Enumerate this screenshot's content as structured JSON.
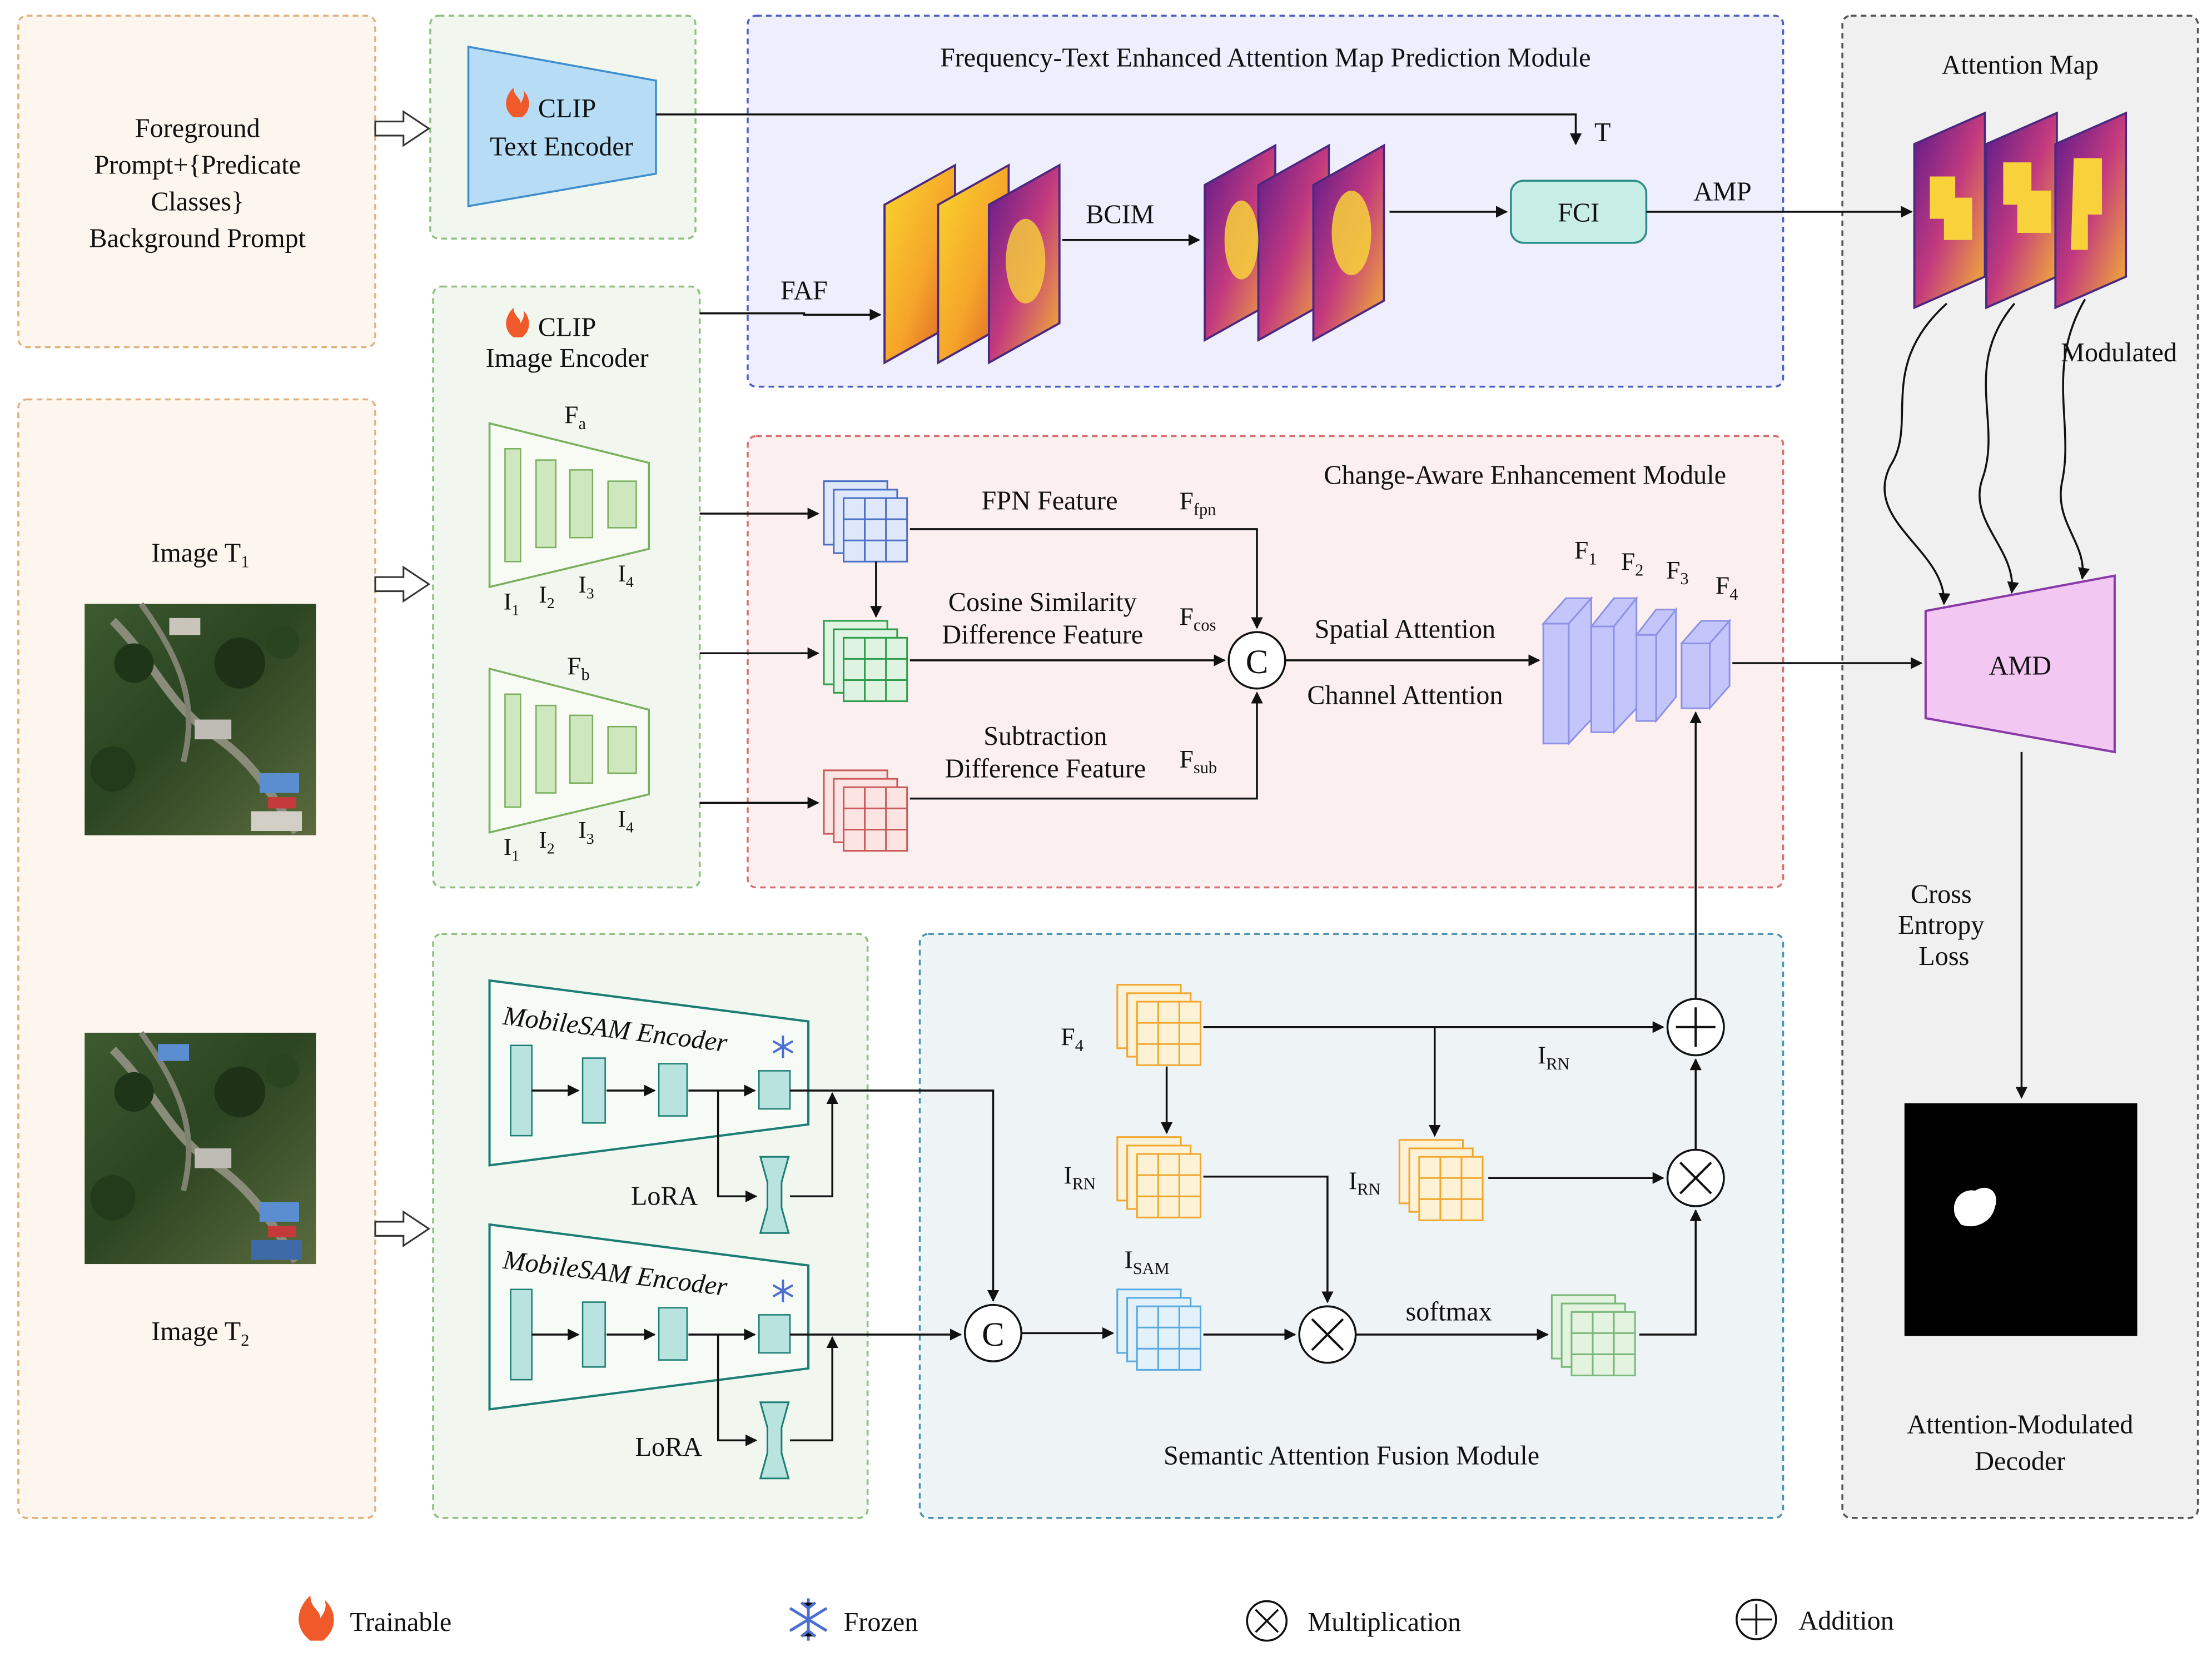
{
  "prompt": {
    "line1": "Foreground",
    "line2": "Prompt+{Predicate",
    "line3": "Classes}",
    "line4": "Background Prompt"
  },
  "images": {
    "t1": {
      "label": "Image T",
      "sub": "1"
    },
    "t2": {
      "label": "Image T",
      "sub": "2"
    }
  },
  "clip_text": {
    "line1": "CLIP",
    "line2": "Text Encoder"
  },
  "clip_image": {
    "line1": "CLIP",
    "line2": "Image Encoder",
    "fa": {
      "main": "F",
      "sub": "a"
    },
    "fb": {
      "main": "F",
      "sub": "b"
    },
    "levels": [
      {
        "main": "I",
        "sub": "1"
      },
      {
        "main": "I",
        "sub": "2"
      },
      {
        "main": "I",
        "sub": "3"
      },
      {
        "main": "I",
        "sub": "4"
      }
    ]
  },
  "ftam": {
    "title": "Frequency-Text Enhanced Attention Map Prediction Module",
    "faf": "FAF",
    "bcim": "BCIM",
    "fci": "FCI",
    "t": "T",
    "amp": "AMP"
  },
  "caem": {
    "title": "Change-Aware Enhancement Module",
    "fpn_label": "FPN Feature",
    "fpn_sym": {
      "main": "F",
      "sub": "fpn"
    },
    "cos_line1": "Cosine Similarity",
    "cos_line2": "Difference Feature",
    "cos_sym": {
      "main": "F",
      "sub": "cos"
    },
    "sub_line1": "Subtraction",
    "sub_line2": "Difference Feature",
    "sub_sym": {
      "main": "F",
      "sub": "sub"
    },
    "concat": "C",
    "spatial": "Spatial Attention",
    "channel": "Channel Attention",
    "f_levels": [
      {
        "main": "F",
        "sub": "1"
      },
      {
        "main": "F",
        "sub": "2"
      },
      {
        "main": "F",
        "sub": "3"
      },
      {
        "main": "F",
        "sub": "4"
      }
    ]
  },
  "sam": {
    "encoder": "MobileSAM Encoder",
    "lora": "LoRA",
    "concat": "C"
  },
  "safm": {
    "title": "Semantic Attention Fusion Module",
    "f4": {
      "main": "F",
      "sub": "4"
    },
    "irn": {
      "main": "I",
      "sub": "RN"
    },
    "isam": {
      "main": "I",
      "sub": "SAM"
    },
    "softmax": "softmax"
  },
  "decoder": {
    "attention_map": "Attention Map",
    "modulated": "Modulated",
    "amd": "AMD",
    "loss_line1": "Cross",
    "loss_line2": "Entropy",
    "loss_line3": "Loss",
    "name_line1": "Attention-Modulated",
    "name_line2": "Decoder"
  },
  "legend": {
    "trainable": "Trainable",
    "frozen": "Frozen",
    "multiplication": "Multiplication",
    "addition": "Addition"
  },
  "colors": {
    "prompt_bg": "#fdf6ef",
    "prompt_border": "#e0b27a",
    "encoder_bg": "#f1f7ee",
    "encoder_border": "#92c083",
    "ftam_bg": "#eeeefc",
    "ftam_border": "#4d5fc4",
    "caem_bg": "#fcefef",
    "caem_border": "#d86f6f",
    "safm_bg": "#eef4f6",
    "safm_border": "#4d93ad",
    "decoder_bg": "#f0f0f0",
    "decoder_border": "#555555",
    "clip_text_fill": "#b7dcf6",
    "clip_text_stroke": "#3f8ecb",
    "fci_fill": "#c8ece6",
    "fci_stroke": "#2a8f88",
    "amd_fill": "#f2c8f2",
    "amd_stroke": "#8a3aa8",
    "sam_stroke": "#1c7d74",
    "grid_blue": "#4a6fc4",
    "grid_green": "#2e9c4a",
    "grid_red": "#c85a5a",
    "grid_orange": "#f0a830",
    "grid_lightblue": "#5aaae0",
    "grid_lightgreen": "#7ab87a",
    "fstack_fill": "#c3c5fb",
    "fstack_stroke": "#8e92e4"
  },
  "icons": {
    "trainable": "flame-icon",
    "frozen": "snowflake-icon",
    "multiplication": "circled-times-icon",
    "addition": "circled-plus-icon"
  }
}
